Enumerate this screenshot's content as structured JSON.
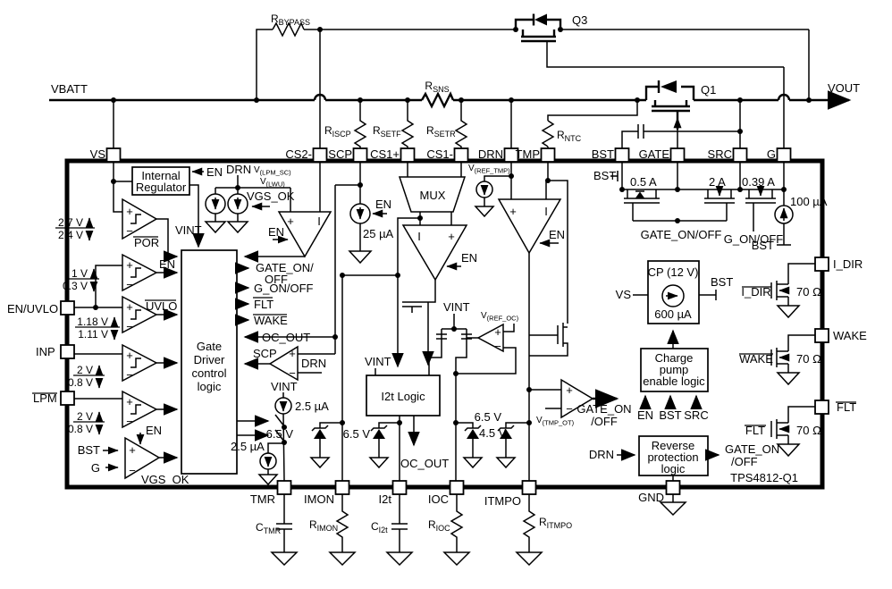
{
  "diagram": {
    "part_number": "TPS4812-Q1",
    "type": "functional-block-diagram",
    "colors": {
      "ink": "#000000",
      "background": "#ffffff"
    }
  },
  "L": {
    "vbatt": "VBATT",
    "vout": "VOUT",
    "q1": "Q1",
    "q3": "Q3",
    "pin_vs": "VS",
    "pin_cs2": "CS2-",
    "pin_iscp": "ISCP",
    "pin_cs1p": "CS1+",
    "pin_cs1m": "CS1-",
    "pin_drn": "DRN",
    "pin_tmp": "TMP",
    "pin_bst": "BST",
    "pin_gate": "GATE",
    "pin_src": "SRC",
    "pin_g": "G",
    "pin_enuvlo": "EN/UVLO",
    "pin_inp": "INP",
    "pin_lpm": "LPM",
    "pin_idir": "I_DIR",
    "pin_wake": "WAKE",
    "pin_flt": "FLT",
    "pin_tmr": "TMR",
    "pin_imon": "IMON",
    "pin_i2t": "I2t",
    "pin_ioc": "IOC",
    "pin_itmpo": "ITMPO",
    "pin_gnd": "GND",
    "reg1": "Internal",
    "reg2": "Regulator",
    "en": "EN",
    "drn": "DRN",
    "bst": "BST",
    "src": "SRC",
    "vs": "VS",
    "g": "G",
    "vint": "VINT",
    "wake": "WAKE",
    "flt": "FLT",
    "idir": "I_DIR",
    "por": "POR",
    "por_hi": "2.7 V",
    "por_lo": "2.4 V",
    "en_hi": "1 V",
    "en_lo": "0.3 V",
    "uvlo": "UVLO",
    "uvlo_hi": "1.18 V",
    "uvlo_lo": "1.11 V",
    "v2": "2 V",
    "v08": "0.8 V",
    "vgs_ok": "VGS_OK",
    "gd1": "Gate",
    "gd2": "Driver",
    "gd3": "control",
    "gd4": "logic",
    "sig_gateon1": "GATE_ON/",
    "sig_off": "OFF",
    "sig_gon": "G_ON/OFF",
    "oc_out": "OC_OUT",
    "scp": "SCP",
    "u25": "2.5 µA",
    "u25x": "25 µA",
    "u100": "100 µA",
    "u600": "600 µA",
    "mux": "MUX",
    "plus": "+",
    "minus": "−",
    "i": "I",
    "i2t_logic": "I2t Logic",
    "v65": "6.5 V",
    "v45": "4.5 V",
    "a05": "0.5 A",
    "a2": "2 A",
    "a039": "0.39 A",
    "gateonoff": "GATE_ON/OFF",
    "gate_on": "GATE_ON",
    "off": "/OFF",
    "cp": "CP (12 V)",
    "cpe1": "Charge",
    "cpe2": "pump",
    "cpe3": "enable logic",
    "rev1": "Reverse",
    "rev2": "protection",
    "rev3": "logic",
    "ohm70": "70 Ω",
    "part": "TPS4812-Q1"
  },
  "S": {
    "rbypass": {
      "b": "R",
      "s": "BYPASS"
    },
    "rsns": {
      "b": "R",
      "s": "SNS"
    },
    "riscp": {
      "b": "R",
      "s": "ISCP"
    },
    "rsetf": {
      "b": "R",
      "s": "SETF"
    },
    "rsetr": {
      "b": "R",
      "s": "SETR"
    },
    "rntc": {
      "b": "R",
      "s": "NTC"
    },
    "ctmr": {
      "b": "C",
      "s": "TMR"
    },
    "rimon": {
      "b": "R",
      "s": "IMON"
    },
    "ci2t": {
      "b": "C",
      "s": "I2t"
    },
    "rioc": {
      "b": "R",
      "s": "IOC"
    },
    "ritmpo": {
      "b": "R",
      "s": "ITMPO"
    },
    "vlpmsc": {
      "b": "V",
      "s": "(LPM_SC)"
    },
    "vlwu": {
      "b": "V",
      "s": "(LWU)"
    },
    "vreftmp": {
      "b": "V",
      "s": "(REF_TMP)"
    },
    "vrefoc": {
      "b": "V",
      "s": "(REF_OC)"
    },
    "vtmpot": {
      "b": "V",
      "s": "(TMP_OT)"
    }
  }
}
